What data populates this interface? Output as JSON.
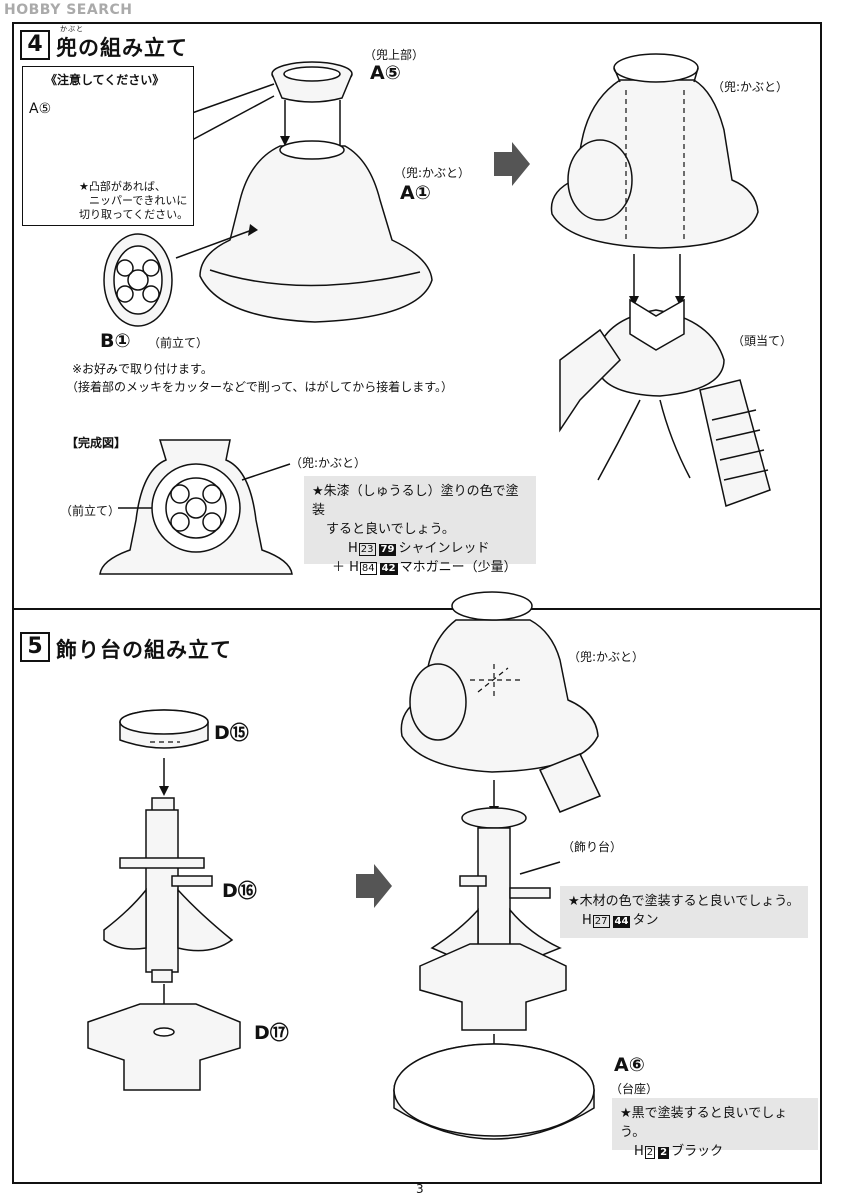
{
  "watermark": "HOBBY SEARCH",
  "page_number": "3",
  "step4": {
    "number": "4",
    "title": "兜の組み立て",
    "ruby": "かぶと",
    "caution_title": "《注意してください》",
    "caution_part": "A⑤",
    "caution_text_1": "★凸部があれば、",
    "caution_text_2": "ニッパーできれいに",
    "caution_text_3": "切り取ってください。",
    "top_part_label": "（兜上部）",
    "top_part_code": "A⑤",
    "helmet_label": "（兜:かぶと）",
    "helmet_code": "A①",
    "crest_code": "B①",
    "crest_label": "（前立て）",
    "note_1": "※お好みで取り付けます。",
    "note_2": "（接着部のメッキをカッターなどで削って、はがしてから接着します。）",
    "right_helmet_label": "（兜:かぶと）",
    "head_guard_label": "（頭当て）",
    "complete_label": "【完成図】",
    "complete_helmet_label": "（兜:かぶと）",
    "complete_crest_label": "（前立て）",
    "paint_note_1": "★朱漆（しゅうるし）塗りの色で塗装",
    "paint_note_2": "すると良いでしょう。",
    "paint_row1_h": "H",
    "paint_row1_hcode": "23",
    "paint_row1_code": "79",
    "paint_row1_name": "シャインレッド",
    "paint_row2_prefix": "＋ H",
    "paint_row2_hcode": "84",
    "paint_row2_code": "42",
    "paint_row2_name": "マホガニー（少量）"
  },
  "step5": {
    "number": "5",
    "title": "飾り台の組み立て",
    "part_d15": "D⑮",
    "part_d16": "D⑯",
    "part_d17": "D⑰",
    "helmet_label": "（兜:かぶと）",
    "stand_label": "（飾り台）",
    "stand_note": "★木材の色で塗装すると良いでしょう。",
    "stand_row_h": "H",
    "stand_row_hcode": "27",
    "stand_row_code": "44",
    "stand_row_name": "タン",
    "base_code": "A⑥",
    "base_label": "（台座）",
    "base_note": "★黒で塗装すると良いでしょう。",
    "base_row_h": "H",
    "base_row_hcode": "2",
    "base_row_code": "2",
    "base_row_name": "ブラック"
  }
}
